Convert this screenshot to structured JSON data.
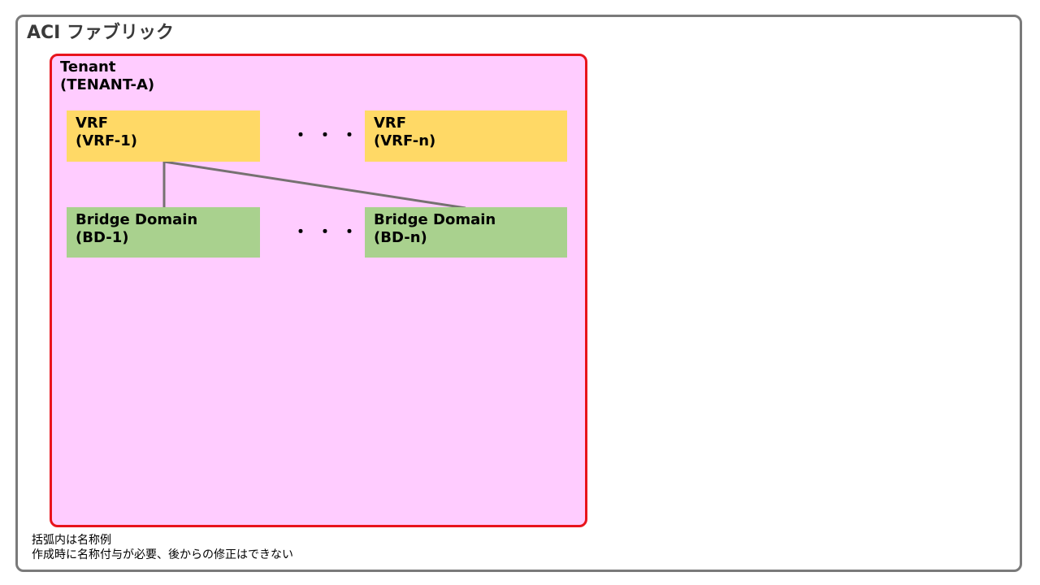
{
  "fabric": {
    "title": "ACI ファブリック"
  },
  "tenant": {
    "line1": "Tenant",
    "line2": "(TENANT-A)"
  },
  "vrfs": [
    {
      "line1": "VRF",
      "line2": "(VRF-1)"
    },
    {
      "line1": "VRF",
      "line2": "(VRF-n)"
    }
  ],
  "bridge_domains": [
    {
      "line1": "Bridge Domain",
      "line2": "(BD-1)"
    },
    {
      "line1": "Bridge Domain",
      "line2": "(BD-n)"
    }
  ],
  "ellipsis": "・・・",
  "notes": [
    "括弧内は名称例",
    "作成時に名称付与が必要、後からの修正はできない"
  ],
  "colors": {
    "fabric_border": "#7a7a7a",
    "tenant_border": "#e8141c",
    "tenant_fill": "#ffccff",
    "vrf_fill": "#ffd966",
    "bd_fill": "#a9d18e",
    "connector": "#767171"
  }
}
